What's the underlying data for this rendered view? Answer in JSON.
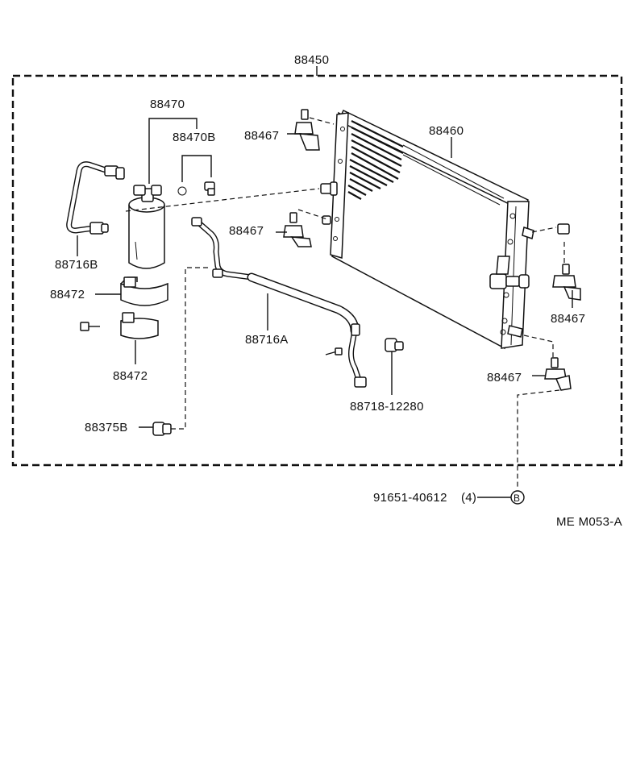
{
  "diagram": {
    "assembly_label": "88450",
    "condenser_label": "88460",
    "receiver_label": "88470",
    "receiver_sub_label": "88470B",
    "cushion_labels": [
      "88467",
      "88467",
      "88467",
      "88467"
    ],
    "pipe_label": "88716B",
    "discharge_hose_label": "88716A",
    "bracket_labels": [
      "88472",
      "88472"
    ],
    "bolt_label": "88375B",
    "fitting_label": "88718-12280",
    "screw_label": "91651-40612",
    "screw_qty": "(4)",
    "ref_mark": "B",
    "figure_code": "ME M053-A"
  }
}
